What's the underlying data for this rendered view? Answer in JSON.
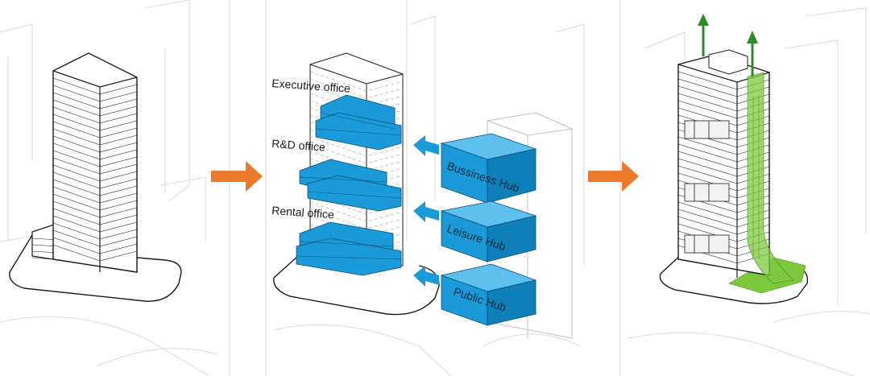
{
  "colors": {
    "hub_blue": "#1a9ad9",
    "hub_blue_dark": "#0f7fb9",
    "arrow_orange": "#ec7a2c",
    "green": "#7cc83c",
    "green_dark": "#2f8a2a",
    "line": "#1a1a1a",
    "context": "#d9d9d9"
  },
  "floors": {
    "executive": "Executive office",
    "rnd": "R&D office",
    "rental": "Rental office"
  },
  "hubs": {
    "business": "Bussiness Hub",
    "leisure": "Leisure Hub",
    "public": "Public Hub"
  },
  "icons": {
    "step_arrow": "arrow-right-icon",
    "hub_arrow": "arrow-left-icon",
    "ventilation_arrow": "arrow-up-icon"
  }
}
